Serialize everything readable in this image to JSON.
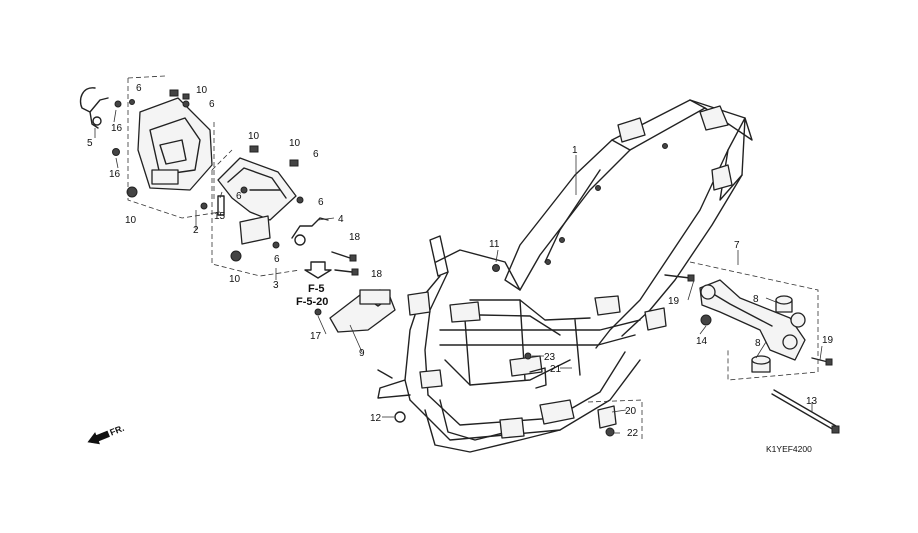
{
  "diagram": {
    "callouts": [
      "1",
      "2",
      "3",
      "4",
      "5",
      "6",
      "7",
      "8",
      "9",
      "10",
      "11",
      "12",
      "13",
      "14",
      "15",
      "16",
      "17",
      "18",
      "19",
      "20",
      "21",
      "22",
      "23"
    ],
    "references": {
      "ref_a": "F-5",
      "ref_b": "F-5-20"
    },
    "part_code": "K1YEF4200",
    "front_label": "FR."
  },
  "colors": {
    "line": "#222222",
    "background": "#ffffff"
  }
}
